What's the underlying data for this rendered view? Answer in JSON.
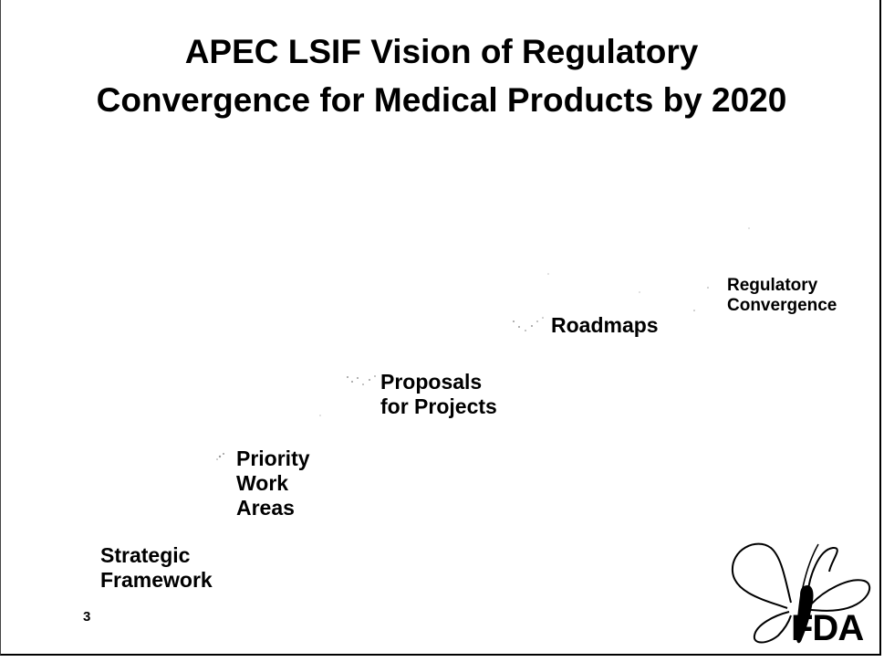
{
  "slide": {
    "title_lines": [
      "APEC LSIF Vision of Regulatory",
      "Convergence for Medical Products by 2020"
    ],
    "steps": {
      "strategic_framework": [
        "Strategic",
        "Framework"
      ],
      "priority_work_areas": [
        "Priority",
        "Work",
        "Areas"
      ],
      "proposals_for_projects": [
        "Proposals",
        "for Projects"
      ],
      "roadmaps": [
        "Roadmaps"
      ],
      "regulatory_convergence": [
        "Regulatory",
        "Convergence"
      ]
    },
    "page_number": "3",
    "logo": {
      "icon": "butterfly-taiwan-icon",
      "text": "FDA"
    }
  }
}
